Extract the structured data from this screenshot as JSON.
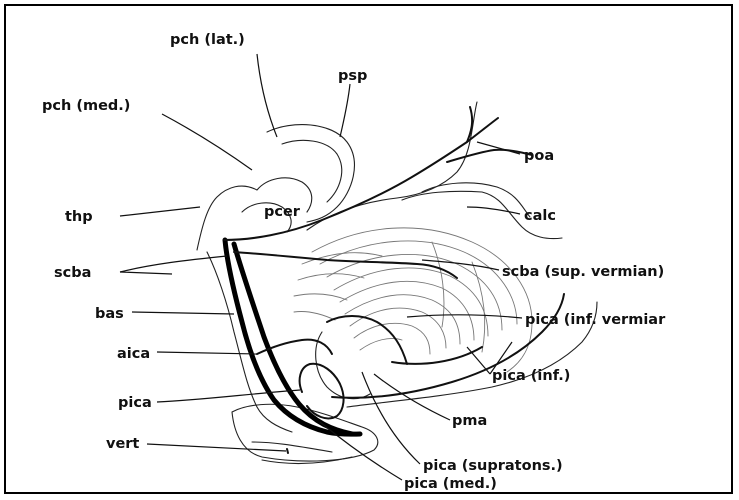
{
  "labels": {
    "pch_lat": "pch (lat.)",
    "psp": "psp",
    "pch_med": "pch (med.)",
    "poa": "poa",
    "thp": "thp",
    "pcer": "pcer",
    "calc": "calc",
    "scba": "scba",
    "scba_sup_vermian": "scba (sup. vermian)",
    "bas": "bas",
    "pica_inf_vermiar": "pica (inf. vermiar",
    "aica": "aica",
    "pica_inf": "pica (inf.)",
    "pica": "pica",
    "pma": "pma",
    "vert": "vert",
    "pica_supratons": "pica (supratons.)",
    "pica_med": "pica (med.)"
  }
}
